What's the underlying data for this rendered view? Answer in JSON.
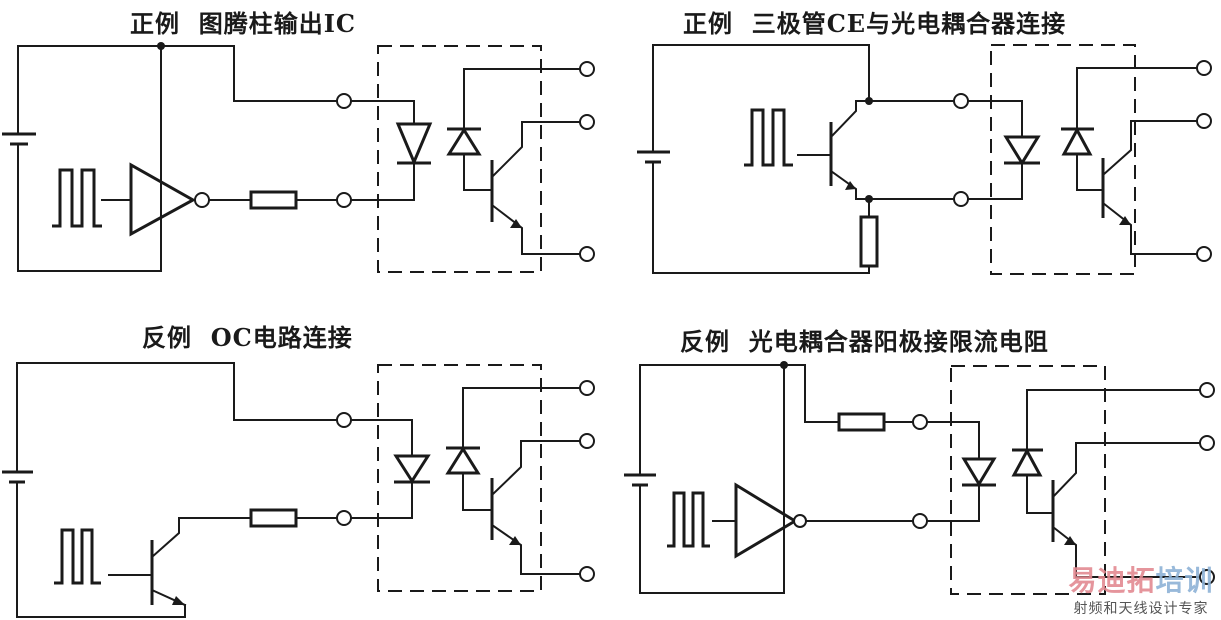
{
  "panels": [
    {
      "id": "top-left",
      "title": "正例  图腾柱输出IC",
      "kind": "positive",
      "driver": "totem-pole-IC"
    },
    {
      "id": "top-right",
      "title": "正例  三极管CE与光电耦合器连接",
      "kind": "positive",
      "driver": "transistor-CE"
    },
    {
      "id": "bottom-left",
      "title": "反例  OC电路连接",
      "kind": "negative",
      "driver": "open-collector"
    },
    {
      "id": "bottom-right",
      "title": "反例  光电耦合器阳极接限流电阻",
      "kind": "negative",
      "driver": "IC-anode-resistor"
    }
  ],
  "watermark": {
    "brand_red": "易迪拓",
    "brand_blue": "培训",
    "tagline": "射频和天线设计专家",
    "colors": {
      "red": "#e38a92",
      "blue": "#8db2d6"
    }
  },
  "components": {
    "optocoupler": [
      "input-led",
      "photodiode",
      "output-transistor"
    ],
    "symbols": [
      "battery",
      "pulse-source",
      "resistor",
      "inverter",
      "npn-transistor",
      "terminal"
    ]
  }
}
